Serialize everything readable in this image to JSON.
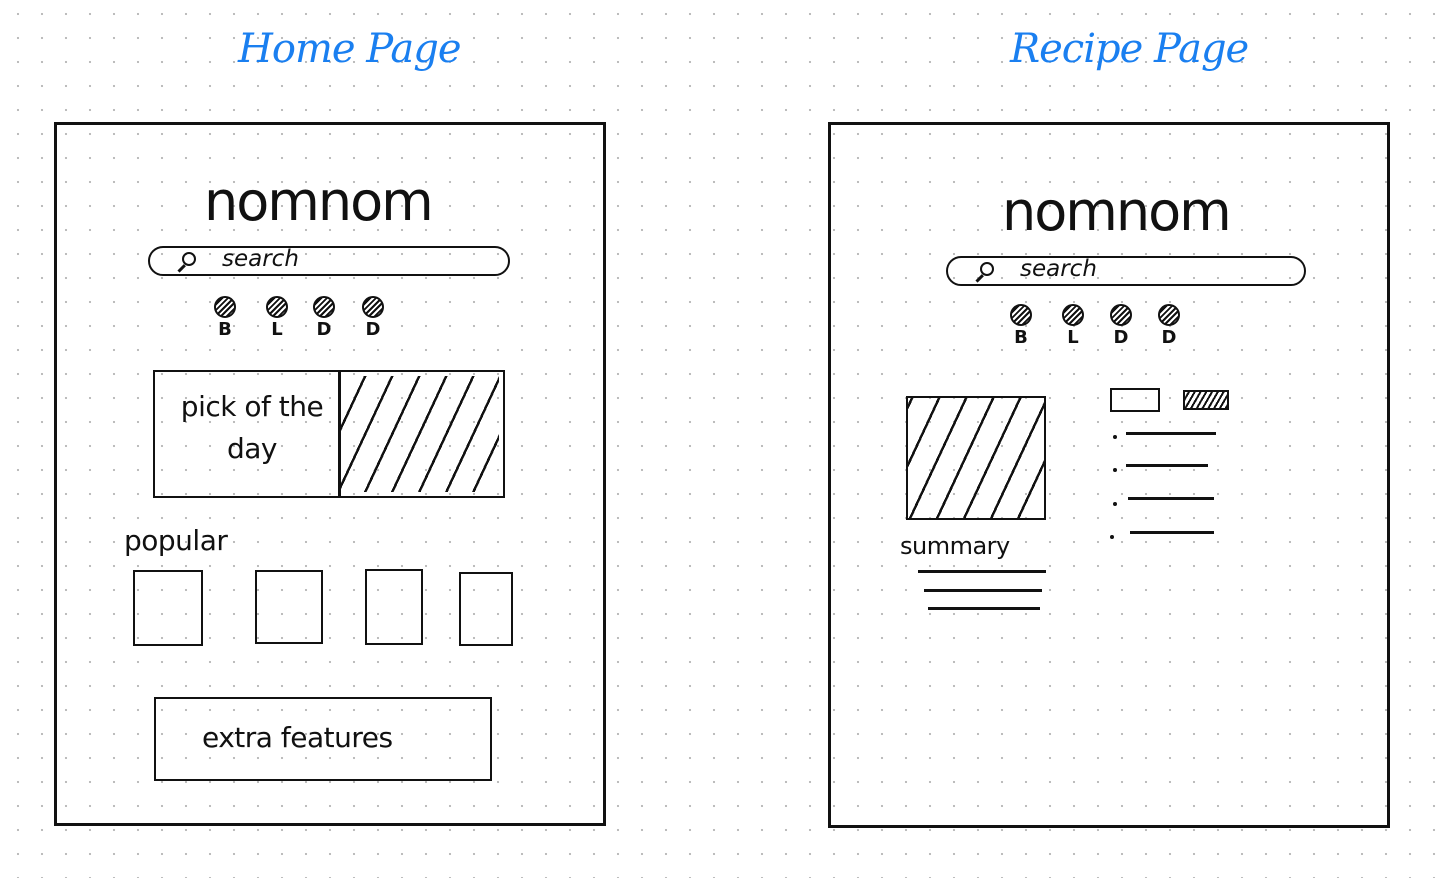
{
  "home": {
    "title": "Home Page",
    "logo": "nomnom",
    "search_placeholder": "search",
    "meals": [
      "B",
      "L",
      "D",
      "D"
    ],
    "pick_label": "pick of the day",
    "popular_label": "popular",
    "extra_label": "extra features"
  },
  "recipe": {
    "title": "Recipe Page",
    "logo": "nomnom",
    "search_placeholder": "search",
    "meals": [
      "B",
      "L",
      "D",
      "D"
    ],
    "summary_label": "summary"
  }
}
